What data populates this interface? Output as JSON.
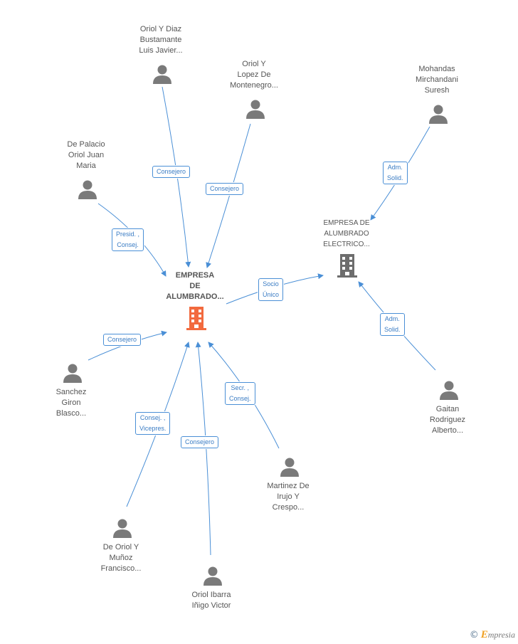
{
  "center_company": {
    "name": "EMPRESA\nDE\nALUMBRADO...",
    "color": "#f26a3e"
  },
  "secondary_company": {
    "name": "EMPRESA DE\nALUMBRADO\nELECTRICO...",
    "color": "#6d6d6d"
  },
  "people": [
    {
      "id": "oriol-y-diaz",
      "name": "Oriol Y Diaz\nBustamante\nLuis Javier..."
    },
    {
      "id": "oriol-y-lopez",
      "name": "Oriol Y\nLopez De\nMontenegro..."
    },
    {
      "id": "mohandas",
      "name": "Mohandas\nMirchandani\nSuresh"
    },
    {
      "id": "de-palacio",
      "name": "De Palacio\nOriol Juan\nMaria"
    },
    {
      "id": "sanchez-giron",
      "name": "Sanchez\nGiron\nBlasco..."
    },
    {
      "id": "gaitan",
      "name": "Gaitan\nRodriguez\nAlberto..."
    },
    {
      "id": "martinez-de-irujo",
      "name": "Martinez De\nIrujo Y\nCrespo..."
    },
    {
      "id": "de-oriol-munoz",
      "name": "De Oriol Y\nMuñoz\nFrancisco..."
    },
    {
      "id": "oriol-ibarra",
      "name": "Oriol Ibarra\nIñigo Victor"
    }
  ],
  "relations": [
    {
      "id": "rel-oriol-diaz",
      "label": "Consejero"
    },
    {
      "id": "rel-oriol-lopez",
      "label": "Consejero"
    },
    {
      "id": "rel-mohandas",
      "label": "Adm.\nSolid."
    },
    {
      "id": "rel-de-palacio",
      "label": "Presid. ,\nConsej."
    },
    {
      "id": "rel-socio",
      "label": "Socio\nÚnico"
    },
    {
      "id": "rel-gaitan",
      "label": "Adm.\nSolid."
    },
    {
      "id": "rel-sanchez",
      "label": "Consejero"
    },
    {
      "id": "rel-martinez",
      "label": "Secr. ,\nConsej."
    },
    {
      "id": "rel-de-oriol-munoz",
      "label": "Consej. ,\nVicepres."
    },
    {
      "id": "rel-oriol-ibarra",
      "label": "Consejero"
    }
  ],
  "colors": {
    "edge": "#4a8fd6",
    "person": "#7a7a7a"
  },
  "footer": {
    "copyright": "©",
    "brand_e": "E",
    "brand_rest": "mpresia"
  }
}
